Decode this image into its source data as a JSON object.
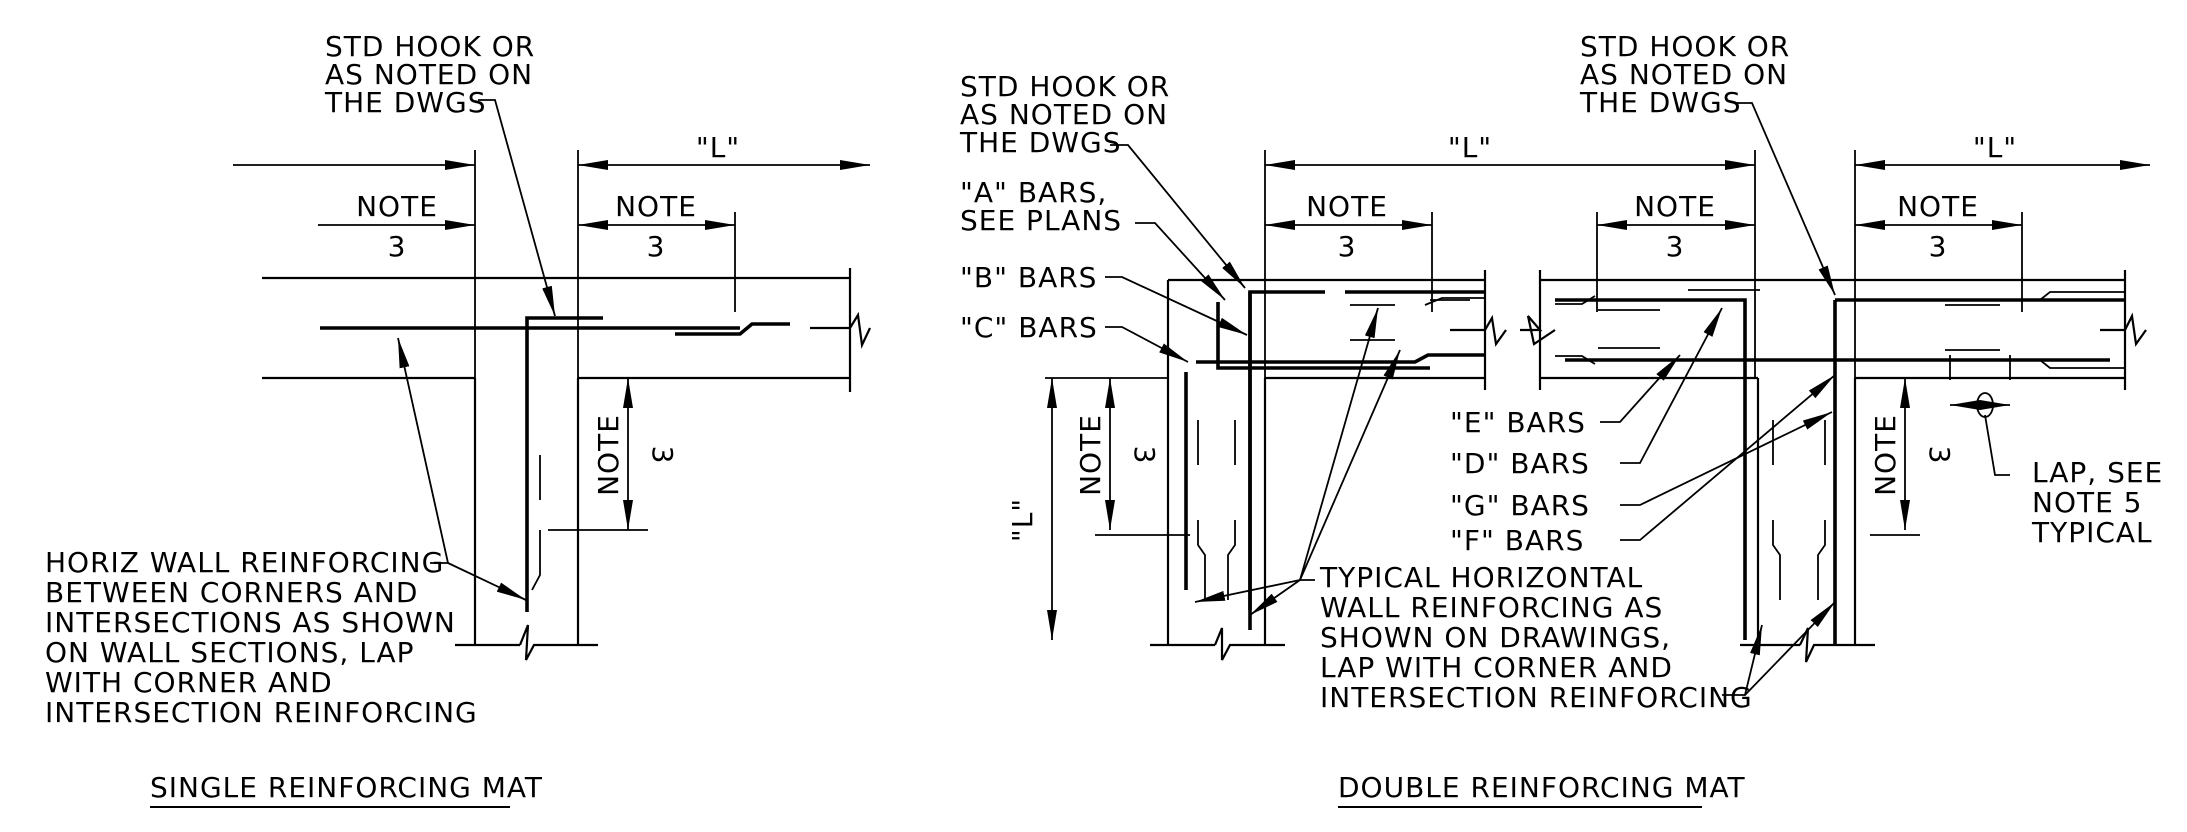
{
  "single": {
    "hook_note": [
      "STD HOOK OR",
      "AS NOTED ON",
      "THE DWGS"
    ],
    "dim_L": "\"L\"",
    "note_word": "NOTE",
    "note_num": "3",
    "callout": [
      "HORIZ WALL REINFORCING",
      "BETWEEN CORNERS AND",
      "INTERSECTIONS AS SHOWN",
      "ON WALL SECTIONS, LAP",
      "WITH CORNER AND",
      "INTERSECTION REINFORCING"
    ],
    "caption": "SINGLE REINFORCING MAT"
  },
  "double": {
    "hook_note_left": [
      "STD HOOK OR",
      "AS NOTED ON",
      "THE DWGS"
    ],
    "hook_note_right": [
      "STD HOOK OR",
      "AS NOTED ON",
      "THE DWGS"
    ],
    "a_bars": [
      "\"A\" BARS,",
      "SEE PLANS"
    ],
    "b_bars": "\"B\" BARS",
    "c_bars": "\"C\" BARS",
    "e_bars": "\"E\" BARS",
    "d_bars": "\"D\" BARS",
    "g_bars": "\"G\" BARS",
    "f_bars": "\"F\" BARS",
    "dim_L": "\"L\"",
    "note_word": "NOTE",
    "note_num": "3",
    "lap_note": [
      "LAP, SEE",
      "NOTE 5",
      "TYPICAL"
    ],
    "typ_callout": [
      "TYPICAL HORIZONTAL",
      "WALL REINFORCING AS",
      "SHOWN ON DRAWINGS,",
      "LAP WITH CORNER AND",
      "INTERSECTION REINFORCING"
    ],
    "caption": "DOUBLE REINFORCING MAT"
  }
}
